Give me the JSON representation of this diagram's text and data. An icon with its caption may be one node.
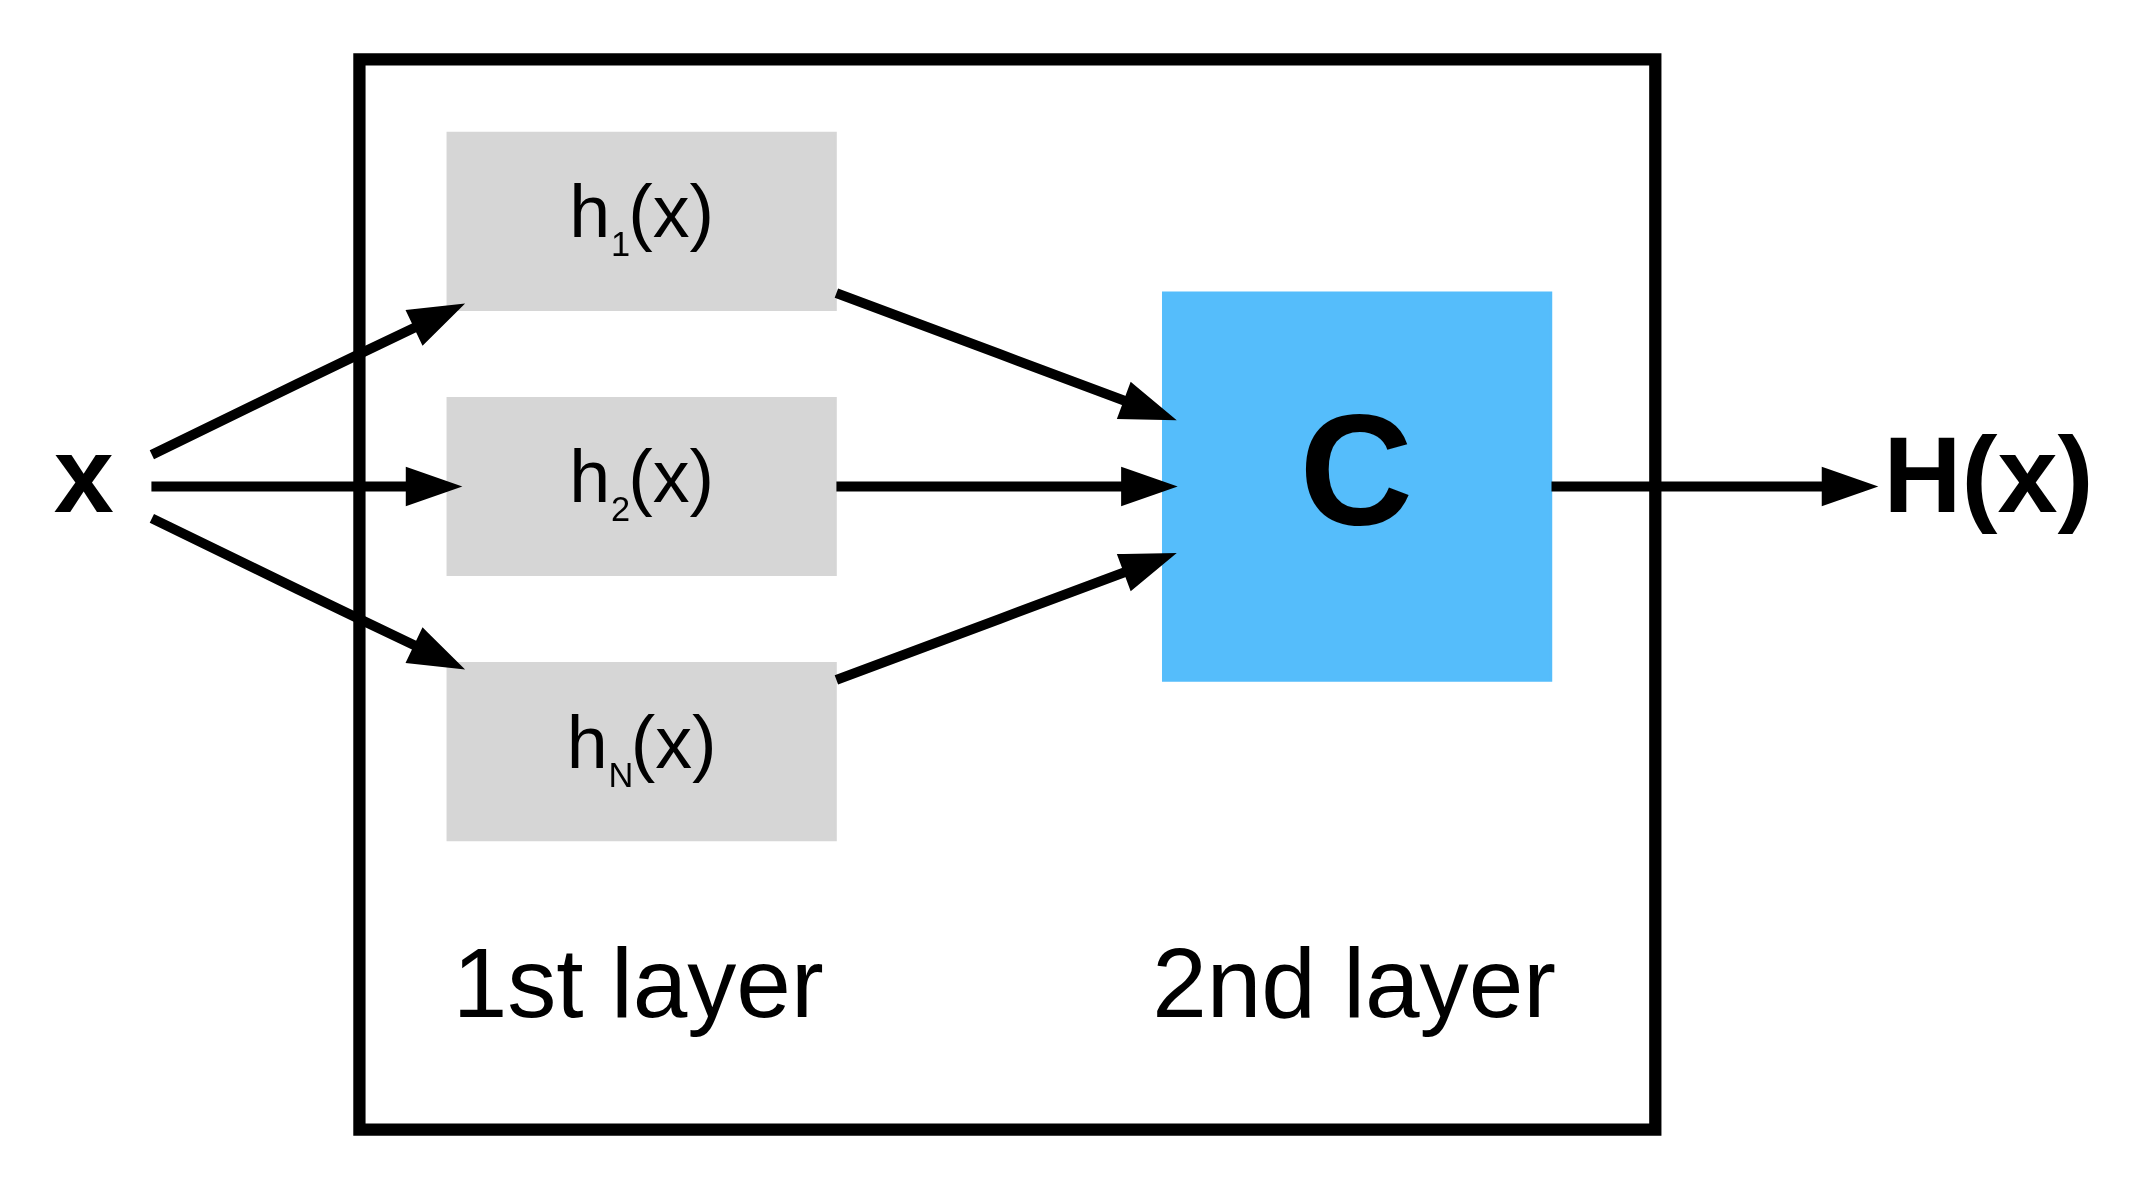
{
  "diagram": {
    "nodes": [
      {
        "text": [
          "x"
        ]
      },
      {
        "text": [],
        "shape": "box"
      },
      {
        "text": [
          "h$_{1}$(x)"
        ],
        "in": 1
      },
      {
        "text": [
          "h$_{2}$(x)"
        ],
        "in": 1
      },
      {
        "text": [
          "h$_{N}$(x)"
        ],
        "in": 1
      },
      {
        "text": [
          "C"
        ],
        "in": 1
      },
      {
        "text": [
          "H(x)"
        ]
      }
    ],
    "edges": [
      {
        "from": 0,
        "to": 2,
        "arrow": "to"
      },
      {
        "from": 0,
        "to": 3,
        "arrow": "to"
      },
      {
        "from": 0,
        "to": 4,
        "arrow": "to"
      },
      {
        "from": 2,
        "to": 5,
        "arrow": "to"
      },
      {
        "from": 3,
        "to": 5,
        "arrow": "to"
      },
      {
        "from": 4,
        "to": 5,
        "arrow": "to"
      },
      {
        "from": 5,
        "to": 6,
        "arrow": "to"
      }
    ],
    "labels": [
      "1st layer",
      "2nd layer"
    ]
  }
}
